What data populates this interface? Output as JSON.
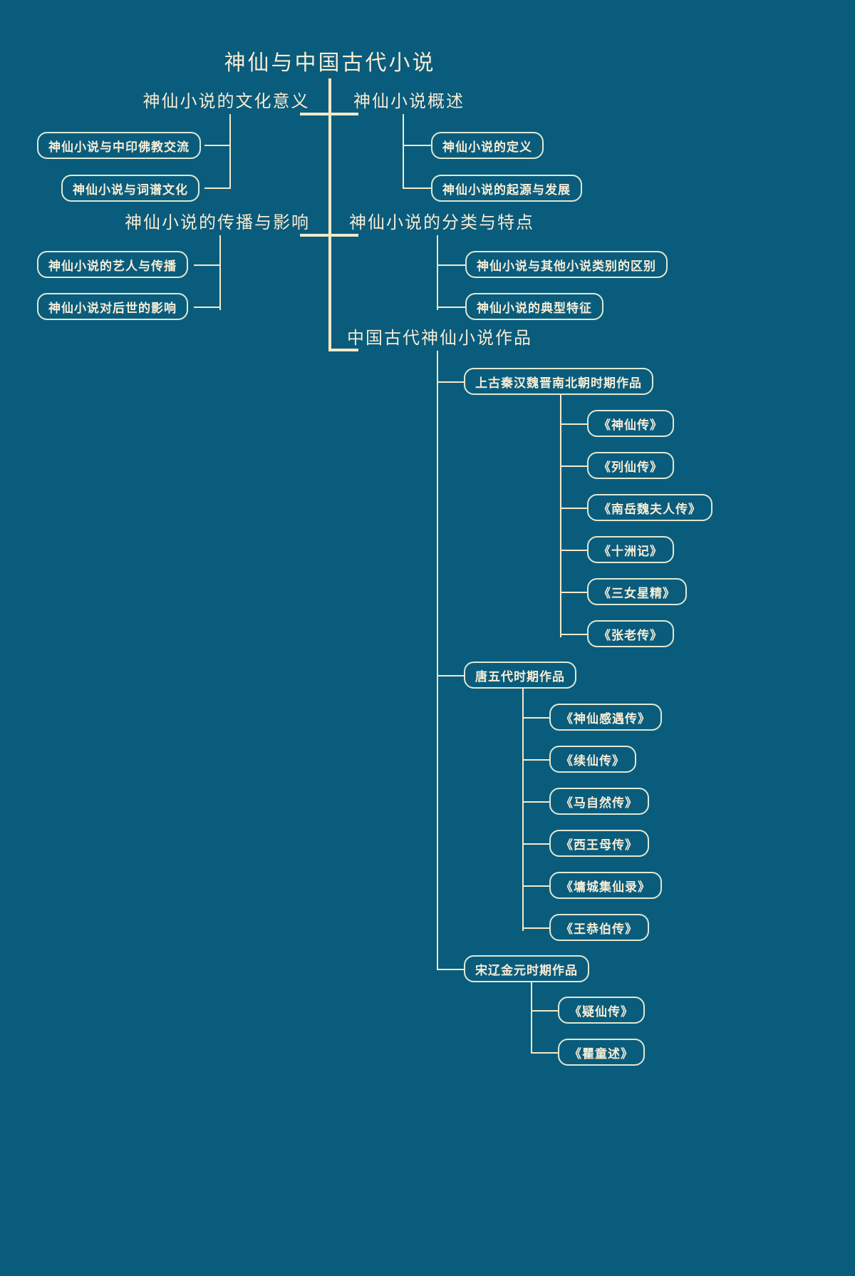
{
  "theme": {
    "background": "#0a5c7d",
    "line_color": "#f5e9c8",
    "node_border": "#dfe9d2",
    "text_color": "#f7eed6"
  },
  "mindmap": {
    "root": "神仙与中国古代小说",
    "branches": {
      "culture": {
        "title": "神仙小说的文化意义",
        "children": [
          "神仙小说与中印佛教交流",
          "神仙小说与词谱文化"
        ]
      },
      "overview": {
        "title": "神仙小说概述",
        "children": [
          "神仙小说的定义",
          "神仙小说的起源与发展"
        ]
      },
      "spread": {
        "title": "神仙小说的传播与影响",
        "children": [
          "神仙小说的艺人与传播",
          "神仙小说对后世的影响"
        ]
      },
      "classify": {
        "title": "神仙小说的分类与特点",
        "children": [
          "神仙小说与其他小说类别的区别",
          "神仙小说的典型特征"
        ]
      },
      "works": {
        "title": "中国古代神仙小说作品",
        "periods": [
          {
            "name": "上古秦汉魏晋南北朝时期作品",
            "items": [
              "《神仙传》",
              "《列仙传》",
              "《南岳魏夫人传》",
              "《十洲记》",
              "《三女星精》",
              "《张老传》"
            ]
          },
          {
            "name": "唐五代时期作品",
            "items": [
              "《神仙感遇传》",
              "《续仙传》",
              "《马自然传》",
              "《西王母传》",
              "《墉城集仙录》",
              "《王恭伯传》"
            ]
          },
          {
            "name": "宋辽金元时期作品",
            "items": [
              "《疑仙传》",
              "《瞿童述》"
            ]
          }
        ]
      }
    }
  }
}
